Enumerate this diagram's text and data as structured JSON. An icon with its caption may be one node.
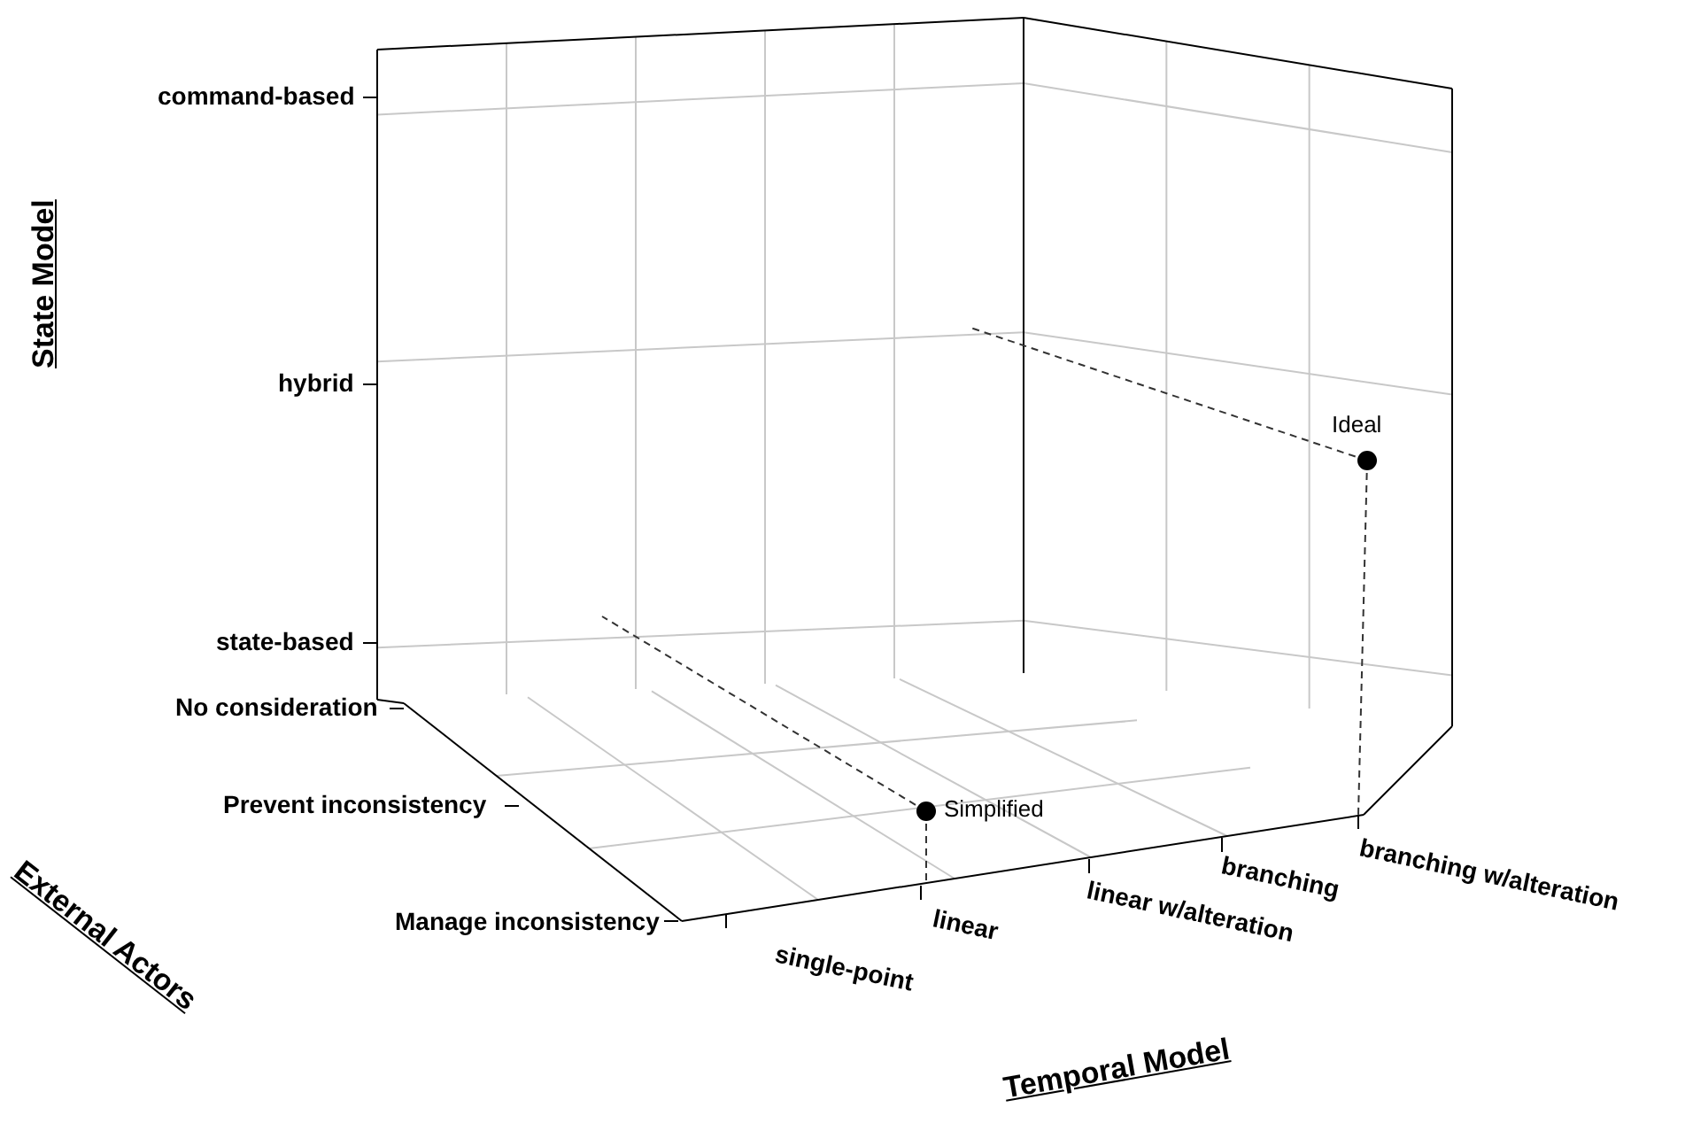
{
  "diagram": {
    "nodes": [
      {
        "text": [],
        "shape": "circle",
        "beside": [
          "Ideal"
        ]
      },
      {
        "text": [],
        "shape": "circle",
        "beside": [
          "Simplified"
        ]
      }
    ],
    "labels": [
      "State Model",
      "command-based",
      "hybrid",
      "state-based",
      "No consideration",
      "External Actors",
      "Prevent inconsistency",
      "Manage inconsistency",
      "single-point",
      "linear",
      "linear w/alteration",
      "branching",
      "branching w/alteration",
      "Temporal Model"
    ]
  }
}
